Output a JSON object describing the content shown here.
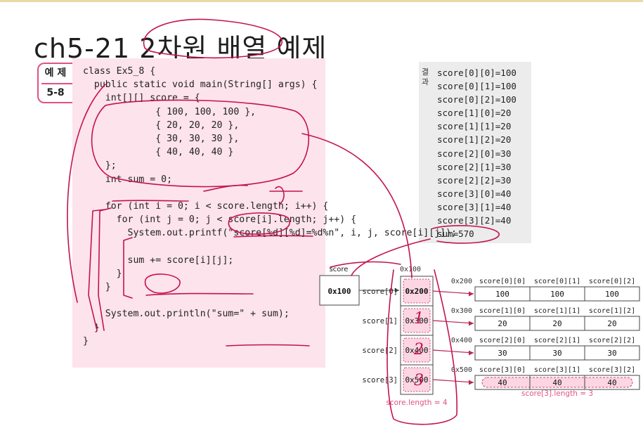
{
  "slide": {
    "title": "ch5-21 2차원 배열 예제"
  },
  "badge": {
    "label": "예 제",
    "number": "5-8"
  },
  "code": {
    "lines": [
      "class Ex5_8 {",
      "  public static void main(String[] args) {",
      "    int[][] score = {",
      "             { 100, 100, 100 },",
      "             { 20, 20, 20 },",
      "             { 30, 30, 30 },",
      "             { 40, 40, 40 }",
      "    };",
      "    int sum = 0;",
      "",
      "    for (int i = 0; i < score.length; i++) {",
      "      for (int j = 0; j < score[i].length; j++) {",
      "        System.out.printf(\"score[%d][%d]=%d%n\", i, j, score[i][j]);",
      "",
      "        sum += score[i][j];",
      "      }",
      "    }",
      "",
      "    System.out.println(\"sum=\" + sum);",
      "  }",
      "}"
    ]
  },
  "result": {
    "tag": "결과",
    "lines": [
      "score[0][0]=100",
      "score[0][1]=100",
      "score[0][2]=100",
      "score[1][0]=20",
      "score[1][1]=20",
      "score[1][2]=20",
      "score[2][0]=30",
      "score[2][1]=30",
      "score[2][2]=30",
      "score[3][0]=40",
      "score[3][1]=40",
      "score[3][2]=40",
      "sum=570"
    ]
  },
  "diagram": {
    "ref_label": "score",
    "ref_value": "0x100",
    "outer_addr": "0x100",
    "outer_rows": [
      {
        "label": "score[0]",
        "value": "0x200"
      },
      {
        "label": "score[1]",
        "value": "0x300"
      },
      {
        "label": "score[2]",
        "value": "0x400"
      },
      {
        "label": "score[3]",
        "value": "0x500"
      }
    ],
    "inner_rows": [
      {
        "addr": "0x200",
        "headers": [
          "score[0][0]",
          "score[0][1]",
          "score[0][2]"
        ],
        "values": [
          "100",
          "100",
          "100"
        ]
      },
      {
        "addr": "0x300",
        "headers": [
          "score[1][0]",
          "score[1][1]",
          "score[1][2]"
        ],
        "values": [
          "20",
          "20",
          "20"
        ]
      },
      {
        "addr": "0x400",
        "headers": [
          "score[2][0]",
          "score[2][1]",
          "score[2][2]"
        ],
        "values": [
          "30",
          "30",
          "30"
        ]
      },
      {
        "addr": "0x500",
        "headers": [
          "score[3][0]",
          "score[3][1]",
          "score[3][2]"
        ],
        "values": [
          "40",
          "40",
          "40"
        ]
      }
    ],
    "outer_caption": "score.length = 4",
    "inner_caption": "score[3].length = 3",
    "handwritten_indices": [
      "1",
      "2",
      "3"
    ]
  },
  "colors": {
    "accent": "#e2527e",
    "pen": "#c4124f",
    "code_bg": "#fde3ec",
    "result_bg": "#ececec"
  }
}
